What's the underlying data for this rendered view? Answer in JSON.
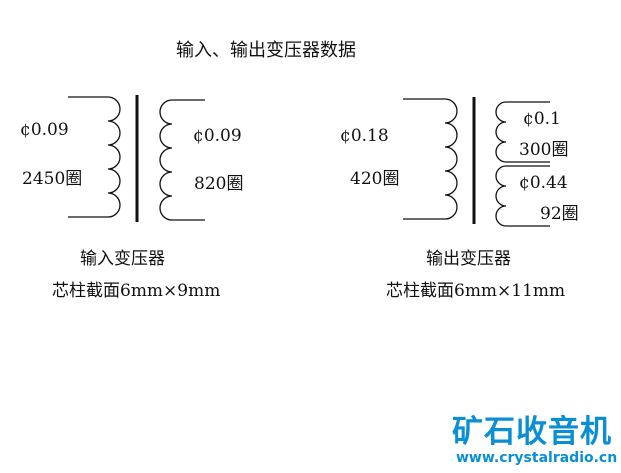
{
  "title": "输入、输出变压器数据",
  "input_transformer": {
    "primary_wire": "¢0.09",
    "primary_turns": "2450圈",
    "secondary_wire": "¢0.09",
    "secondary_turns": "820圈",
    "name": "输入变压器",
    "core": "芯柱截面6mm×9mm"
  },
  "output_transformer": {
    "primary_wire": "¢0.18",
    "primary_turns": "420圈",
    "secondary1_wire": "¢0.1",
    "secondary1_turns": "300圈",
    "secondary2_wire": "¢0.44",
    "secondary2_turns": "92圈",
    "name": "输出变压器",
    "core": "芯柱截面6mm×11mm"
  },
  "logo": {
    "name": "矿石收音机",
    "url": "www.crystalradio.cn"
  },
  "colors": {
    "text": "#111111",
    "logo": "#0a8fd4"
  }
}
